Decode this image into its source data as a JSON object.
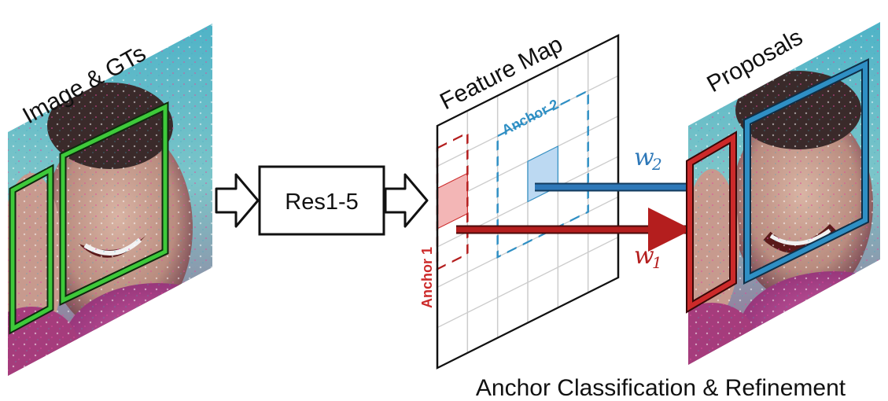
{
  "labels": {
    "image_gts": "Image & GTs",
    "backbone": "Res1-5",
    "feature_map": "Feature Map",
    "anchor1": "Anchor 1",
    "anchor2": "Anchor 2",
    "proposals": "Proposals",
    "caption": "Anchor Classification & Refinement",
    "w1_base": "w",
    "w1_sub": "1",
    "w2_base": "w",
    "w2_sub": "2"
  },
  "colors": {
    "gt_box": "#3ec93a",
    "anchor1": "#cc2a2a",
    "anchor2": "#2f8fc4",
    "arrow1": "#b41e1e",
    "arrow2": "#2e78b8",
    "sky": "#56b8c8",
    "magenta": "#b24a8a",
    "skin": "#caa89a"
  },
  "icons": {
    "input_image": "face-photo-image",
    "proposal_image": "face-photo-image"
  }
}
